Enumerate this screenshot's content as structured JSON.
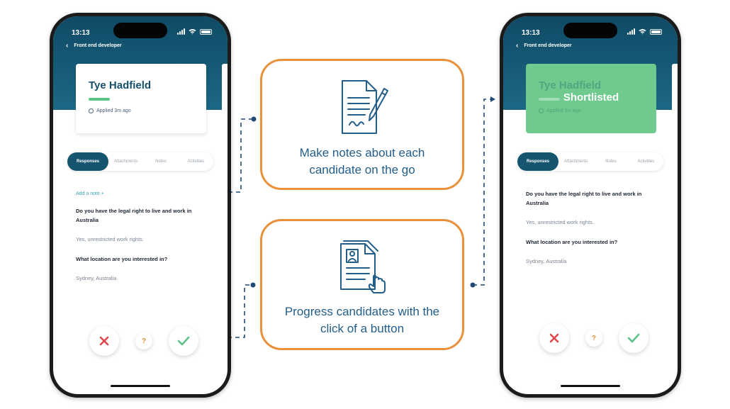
{
  "left_phone": {
    "time": "13:13",
    "nav_title": "Front end developer",
    "candidate": {
      "name": "Tye Hadfield",
      "applied": "Applied 3m ago"
    },
    "tabs": [
      "Responses",
      "Attachments",
      "Notes",
      "Activities"
    ],
    "active_tab": "Responses",
    "add_note": "Add a note +",
    "responses": [
      {
        "question": "Do you have the legal right to live and work in Australia",
        "answer": "Yes, unrestricted work rights."
      },
      {
        "question": "What location are you interested in?",
        "answer": "Sydney, Australia"
      }
    ],
    "actions": {
      "reject_icon": "x-icon",
      "maybe_label": "?",
      "approve_icon": "check-icon"
    }
  },
  "right_phone": {
    "time": "13:13",
    "nav_title": "Front end developer",
    "candidate": {
      "name": "Tye Hadfield",
      "applied": "Applied 3m ago",
      "status": "Shortlisted"
    },
    "tabs": [
      "Responses",
      "Attachments",
      "Notes",
      "Activities"
    ],
    "active_tab": "Responses",
    "responses": [
      {
        "question": "Do you have the legal right to live and work in Australia",
        "answer": "Yes, unrestricted work rights."
      },
      {
        "question": "What location are you interested in?",
        "answer": "Sydney, Australia"
      }
    ],
    "actions": {
      "reject_icon": "x-icon",
      "maybe_label": "?",
      "approve_icon": "check-icon"
    }
  },
  "features": [
    {
      "text": "Make notes about each candidate on the go",
      "icon": "document-pen-icon"
    },
    {
      "text": "Progress candidates with the click of a button",
      "icon": "resume-click-icon"
    }
  ],
  "colors": {
    "header": "#165570",
    "accent_orange": "#e8913a",
    "feature_text": "#235e8a",
    "shortlisted": "#6fca8e",
    "reject": "#e0454b",
    "approve": "#5cc38a",
    "maybe": "#e8913a"
  }
}
